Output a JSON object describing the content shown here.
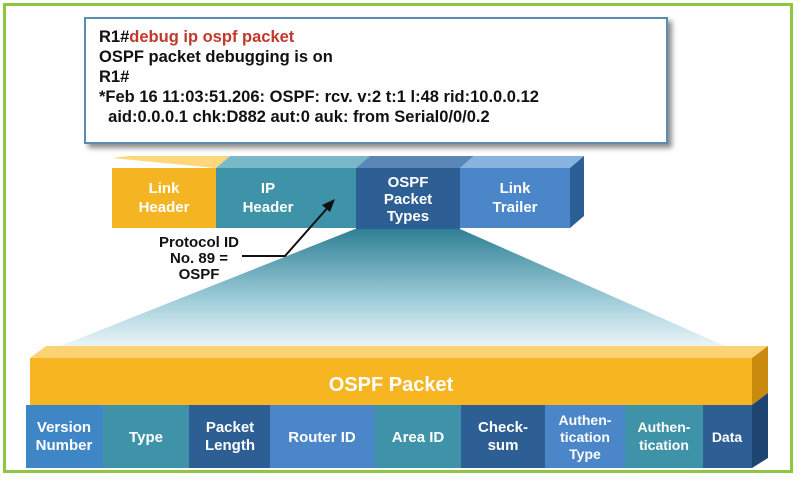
{
  "terminal": {
    "line1_prompt": "R1#",
    "line1_cmd": "debug ip ospf packet",
    "line2": "OSPF packet debugging is on",
    "line3": "R1#",
    "line4": "*Feb 16 11:03:51.206: OSPF: rcv. v:2 t:1 l:48 rid:10.0.0.12",
    "line5": "  aid:0.0.0.1 chk:D882 aut:0 auk: from Serial0/0/0.2"
  },
  "frame_segments": [
    {
      "line1": "Link",
      "line2": "Header",
      "line3": ""
    },
    {
      "line1": "IP",
      "line2": "Header",
      "line3": ""
    },
    {
      "line1": "OSPF",
      "line2": "Packet",
      "line3": "Types"
    },
    {
      "line1": "Link",
      "line2": "Trailer",
      "line3": ""
    }
  ],
  "protocol_note": {
    "line1": "Protocol ID",
    "line2": "No. 89 =",
    "line3": "OSPF"
  },
  "ospf_packet": {
    "title": "OSPF Packet",
    "fields": [
      {
        "line1": "Version",
        "line2": "Number"
      },
      {
        "line1": "Type",
        "line2": ""
      },
      {
        "line1": "Packet",
        "line2": "Length"
      },
      {
        "line1": "Router ID",
        "line2": ""
      },
      {
        "line1": "Area ID",
        "line2": ""
      },
      {
        "line1": "Check-",
        "line2": "sum"
      },
      {
        "line1": "Authen-",
        "line2": "tication",
        "line3": "Type"
      },
      {
        "line1": "Authen-",
        "line2": "tication"
      },
      {
        "line1": "Data",
        "line2": ""
      }
    ]
  },
  "colors": {
    "link": "#f5b523",
    "ip": "#3e93a9",
    "ospf": "#2d5e94",
    "trailer": "#4a86c8",
    "bar": "#f7b521",
    "funnel_top": "#2f7f95",
    "funnel_bottom": "#ffffff",
    "accent": "#8dc63f"
  }
}
